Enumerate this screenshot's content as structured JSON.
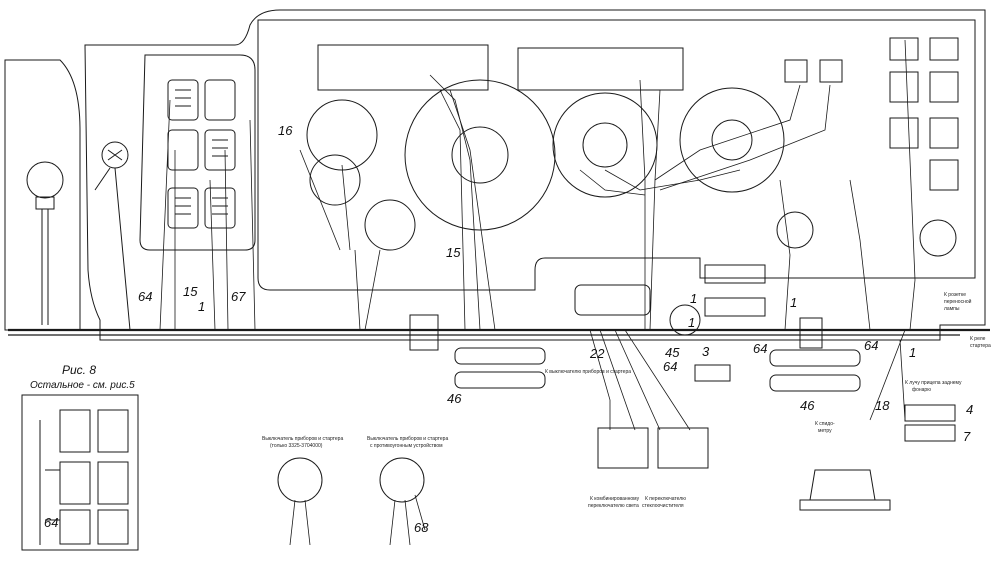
{
  "figure": {
    "caption": "Рис. 8",
    "subcaption": "Остальное - см. рис.5"
  },
  "callouts": {
    "c16": "16",
    "c15_top": "15",
    "c64_left": "64",
    "c15_left": "15",
    "c1_left": "1",
    "c67": "67",
    "c1_mid": "1",
    "c1_mid2": "1",
    "c22": "22",
    "c45": "45",
    "c3": "3",
    "c64_mid": "64",
    "c64_mid2": "64",
    "c46_left": "46",
    "c46_right": "46",
    "c1_right": "1",
    "c64_right": "64",
    "c1_far": "1",
    "c18": "18",
    "c4": "4",
    "c7": "7",
    "c64_inset": "64",
    "c68": "68"
  },
  "notes": {
    "to_switch": "К выключателю приборов и стартера",
    "switch_a_title": "Выключатель приборов и стартера",
    "switch_a_sub": "(только 3325-3704000)",
    "switch_b_title": "Выключатель приборов и стартера",
    "switch_b_sub": "с противоугонным устройством",
    "to_combined": "К комбинированному",
    "to_combined2": "переключателю света",
    "to_switches": "К переключателю",
    "to_switches2": "стеклоочистителя",
    "to_speedometer": "К спидо-",
    "to_speedometer2": "метру",
    "to_tachometer_right": "К розетке",
    "to_tachometer_right2": "переносной",
    "to_tachometer_right3": "лампы",
    "to_starter_relay": "К реле",
    "to_starter_relay2": "стартера",
    "to_light_bulb": "К лучу прицепа заднему",
    "to_light_bulb2": "фонарю"
  }
}
